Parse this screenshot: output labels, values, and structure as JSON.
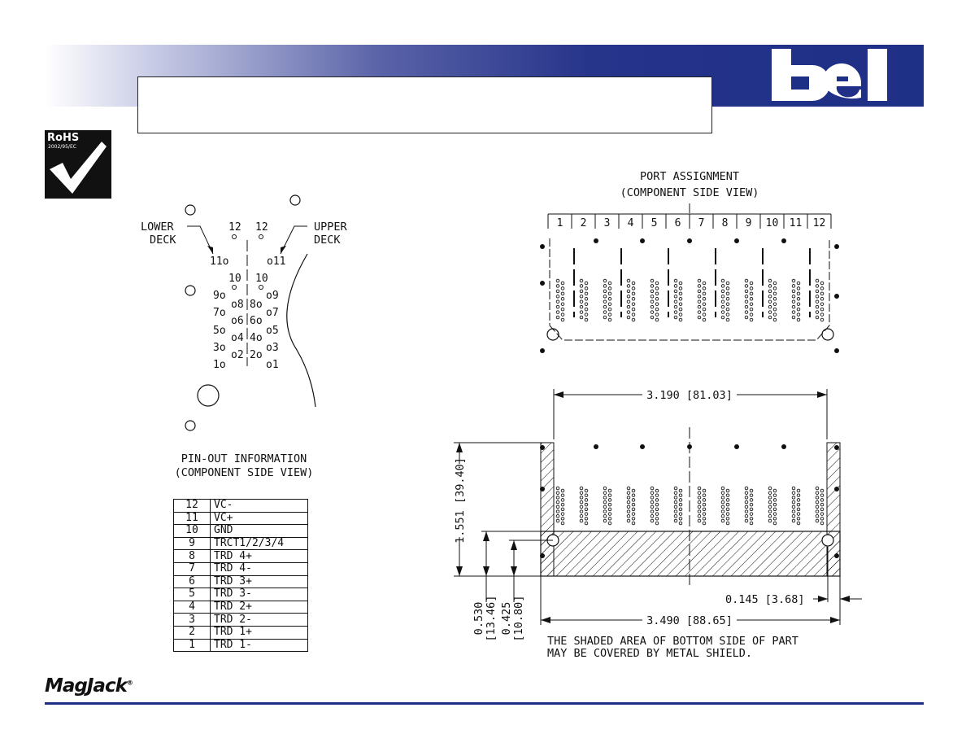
{
  "header": {
    "brand_logo": "bel",
    "title": ""
  },
  "footer": {
    "product_logo": "MagJack",
    "product_logo_mark": "®"
  },
  "rohs": {
    "line1": "RoHS",
    "line2": "2002/95/EC"
  },
  "pinout_diagram": {
    "lower_deck_label": [
      "LOWER",
      "DECK"
    ],
    "upper_deck_label": [
      "UPPER",
      "DECK"
    ],
    "left_pins": [
      "12",
      "11",
      "10",
      "9",
      "8",
      "7",
      "6",
      "5",
      "4",
      "3",
      "2",
      "1"
    ],
    "right_pins": [
      "12",
      "11",
      "10",
      "9",
      "8",
      "7",
      "6",
      "5",
      "4",
      "3",
      "2",
      "1"
    ]
  },
  "pinout_title": [
    "PIN-OUT INFORMATION",
    "(COMPONENT SIDE VIEW)"
  ],
  "pin_table": [
    {
      "pin": "12",
      "signal": "VC-"
    },
    {
      "pin": "11",
      "signal": "VC+"
    },
    {
      "pin": "10",
      "signal": "GND"
    },
    {
      "pin": "9",
      "signal": "TRCT1/2/3/4"
    },
    {
      "pin": "8",
      "signal": "TRD 4+"
    },
    {
      "pin": "7",
      "signal": "TRD 4-"
    },
    {
      "pin": "6",
      "signal": "TRD 3+"
    },
    {
      "pin": "5",
      "signal": "TRD 3-"
    },
    {
      "pin": "4",
      "signal": "TRD 2+"
    },
    {
      "pin": "3",
      "signal": "TRD 2-"
    },
    {
      "pin": "2",
      "signal": "TRD 1+"
    },
    {
      "pin": "1",
      "signal": "TRD 1-"
    }
  ],
  "port_assignment": {
    "title": [
      "PORT ASSIGNMENT",
      "(COMPONENT SIDE VIEW)"
    ],
    "ports": [
      "1",
      "2",
      "3",
      "4",
      "5",
      "6",
      "7",
      "8",
      "9",
      "10",
      "11",
      "12"
    ]
  },
  "dimensions": {
    "width_inner": "3.190 [81.03]",
    "height": "1.551 [39.40]",
    "dim_530": "0.530",
    "dim_530_mm": "[13.46]",
    "dim_425": "0.425",
    "dim_425_mm": "[10.80]",
    "offset": "0.145 [3.68]",
    "width_overall": "3.490 [88.65]"
  },
  "note": [
    "THE SHADED AREA OF BOTTOM SIDE OF PART",
    "MAY BE COVERED BY METAL SHIELD."
  ],
  "colors": {
    "header_blue": "#1e2f86",
    "logo_white": "#ffffff"
  }
}
